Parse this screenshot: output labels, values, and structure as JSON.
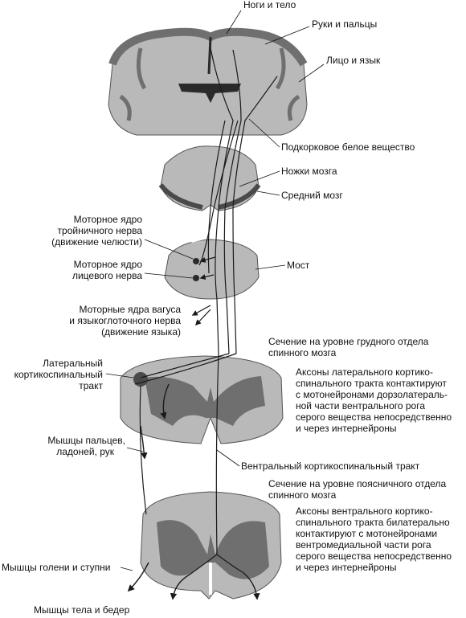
{
  "labels": {
    "legs_trunk": "Ноги и тело",
    "arms_fingers": "Руки и пальцы",
    "face_tongue": "Лицо и язык",
    "subcortical_white": "Подкорковое белое вещество",
    "cerebral_peduncles": "Ножки мозга",
    "midbrain": "Средний мозг",
    "trigeminal_l1": "Моторное ядро",
    "trigeminal_l2": "тройничного нерва",
    "trigeminal_l3": "(движение челюсти)",
    "facial_l1": "Моторное ядро",
    "facial_l2": "лицевого нерва",
    "pons": "Мост",
    "vagus_l1": "Моторные ядра вагуса",
    "vagus_l2": "и языкоглоточного нерва",
    "vagus_l3": "(движение языка)",
    "thoracic_l1": "Сечение на уровне грудного отдела",
    "thoracic_l2": "спинного мозга",
    "lateral_tract_l1": "Латеральный",
    "lateral_tract_l2": "кортикоспинальный",
    "lateral_tract_l3": "тракт",
    "lateral_axons_l1": "Аксоны латерального кортико-",
    "lateral_axons_l2": "спинального тракта контактируют",
    "lateral_axons_l3": "с мотонейронами дорзолатераль-",
    "lateral_axons_l4": "ной части вентрального рога",
    "lateral_axons_l5": "серого вещества непосредственно",
    "lateral_axons_l6": "и через интернейроны",
    "finger_muscles_l1": "Мышцы пальцев,",
    "finger_muscles_l2": "ладоней, рук",
    "ventral_tract": "Вентральный кортикоспинальный тракт",
    "lumbar_l1": "Сечение на уровне поясничного отдела",
    "lumbar_l2": "спинного мозга",
    "ventral_axons_l1": "Аксоны вентрального кортико-",
    "ventral_axons_l2": "спинального тракта билатерально",
    "ventral_axons_l3": "контактируют с мотонейронами",
    "ventral_axons_l4": "вентромедиальной части рога",
    "ventral_axons_l5": "серого вещества непосредственно",
    "ventral_axons_l6": "и через интернейроны",
    "leg_muscles": "Мышцы голени и ступни",
    "trunk_muscles": "Мышцы тела и бедер"
  },
  "colors": {
    "white_matter": "#b9b9b9",
    "gray_matter": "#6f6f6f",
    "dark": "#2a2a2a",
    "fiber": "#1a1a1a",
    "text": "#111111"
  }
}
